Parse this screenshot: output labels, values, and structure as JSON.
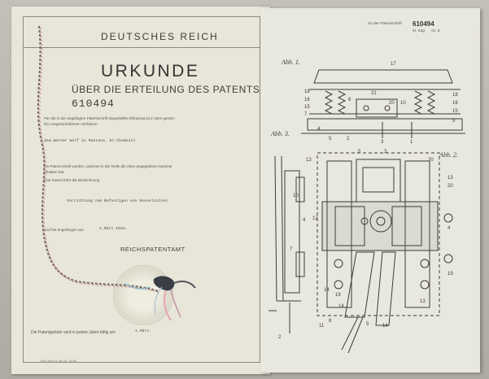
{
  "certificate": {
    "header": "DEUTSCHES REICH",
    "title": "URKUNDE",
    "subtitle": "ÜBER DIE ERTEILUNG DES PATENTS",
    "patent_number": "610494",
    "intro_line1": "Für die in der angefügten Patentschrift dargestellte Erfindung ist in dem gesetz-",
    "intro_line2": "lich vorgeschriebenen Verfahren",
    "holder": "dem Werner Wolf in Meerane, Kr.Chemnitz",
    "grant_line1": "ein Patent erteilt worden, welches in der Rolle die oben angegebene Nummer",
    "grant_line2": "erhalten hat.",
    "designation_label": "Das Patent führt die Bezeichnung",
    "designation": "Vorrichtung zum Befestigen von Sesselsitzen",
    "filed_prefix": "und hat angefangen am",
    "filed_date": "1.März 1934.",
    "office": "REICHSPATENTAMT",
    "fee_prefix": "Die Patentgebühr wird in jedem Jahre fällig am",
    "fee_date": "1.März.",
    "form_number": "Pat. Vord. a. 45 (a). 10.38."
  },
  "drawing_sheet": {
    "header_label": "Zu der Patentschrift",
    "patent_number": "610494",
    "class_label": "Kl. 63g",
    "group_label": "Gr. 6",
    "figures": [
      "Abb. 1.",
      "Abb. 3.",
      "Abb. 2."
    ],
    "reference_numbers": [
      "17",
      "18",
      "16",
      "15",
      "7",
      "9",
      "6",
      "21",
      "20",
      "10",
      "4",
      "5",
      "2",
      "3",
      "1",
      "13",
      "12",
      "11",
      "14",
      "19",
      "8"
    ]
  }
}
